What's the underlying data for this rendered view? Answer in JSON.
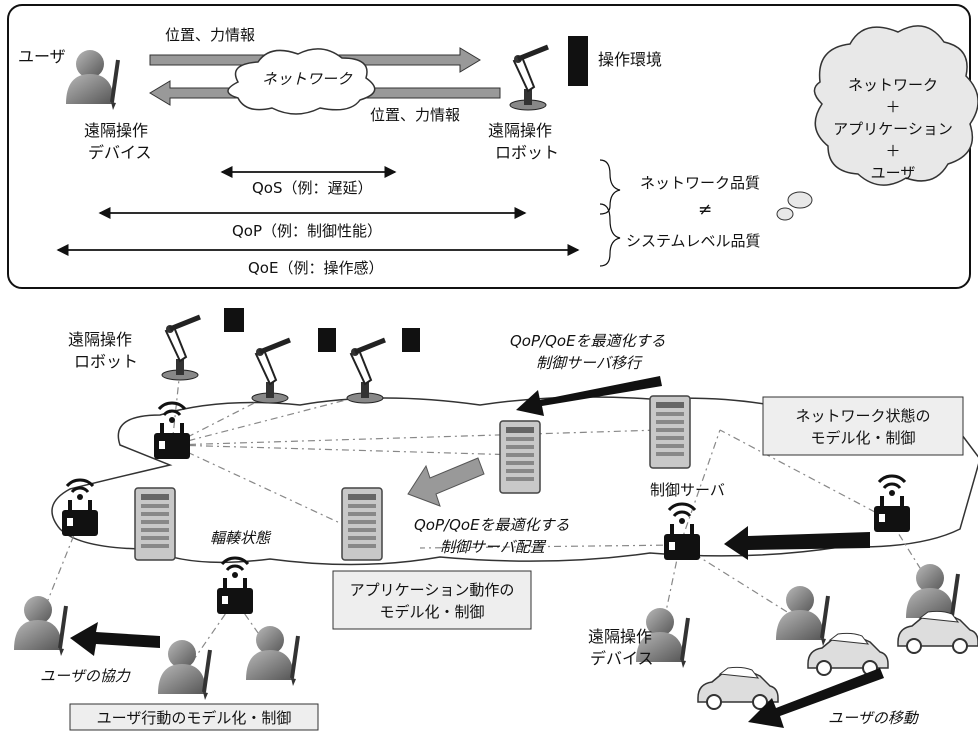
{
  "top_panel": {
    "user_label": "ユーザ",
    "arrow_top_label": "位置、力情報",
    "arrow_bottom_label": "位置、力情報",
    "network_label": "ネットワーク",
    "env_label": "操作環境",
    "device_label_1": "遠隔操作",
    "device_label_2": "デバイス",
    "robot_label_1": "遠隔操作",
    "robot_label_2": "ロボット",
    "qos_label": "QoS（例：遅延）",
    "qop_label": "QoP（例：制御性能）",
    "qoe_label": "QoE（例：操作感）",
    "network_quality": "ネットワーク品質",
    "not_equal": "≠",
    "system_quality": "システムレベル品質",
    "thought_line1": "ネットワーク",
    "thought_plus1": "＋",
    "thought_line2": "アプリケーション",
    "thought_plus2": "＋",
    "thought_line3": "ユーザ"
  },
  "bottom_panel": {
    "robot_label_1": "遠隔操作",
    "robot_label_2": "ロボット",
    "migration_label_1": "QoP/QoEを最適化する",
    "migration_label_2": "制御サーバ移行",
    "network_model_1": "ネットワーク状態の",
    "network_model_2": "モデル化・制御",
    "control_server": "制御サーバ",
    "congestion": "輻輳状態",
    "placement_label_1": "QoP/QoEを最適化する",
    "placement_label_2": "制御サーバ配置",
    "app_model_1": "アプリケーション動作の",
    "app_model_2": "モデル化・制御",
    "device_label_1": "遠隔操作",
    "device_label_2": "デバイス",
    "user_coop": "ユーザの協力",
    "user_model": "ユーザ行動のモデル化・制御",
    "user_move": "ユーザの移動"
  },
  "colors": {
    "stroke": "#111111",
    "arrow_gray": "#7a7a7a",
    "thought_fill": "#e8e8e8",
    "box_fill": "#eeeeee"
  }
}
